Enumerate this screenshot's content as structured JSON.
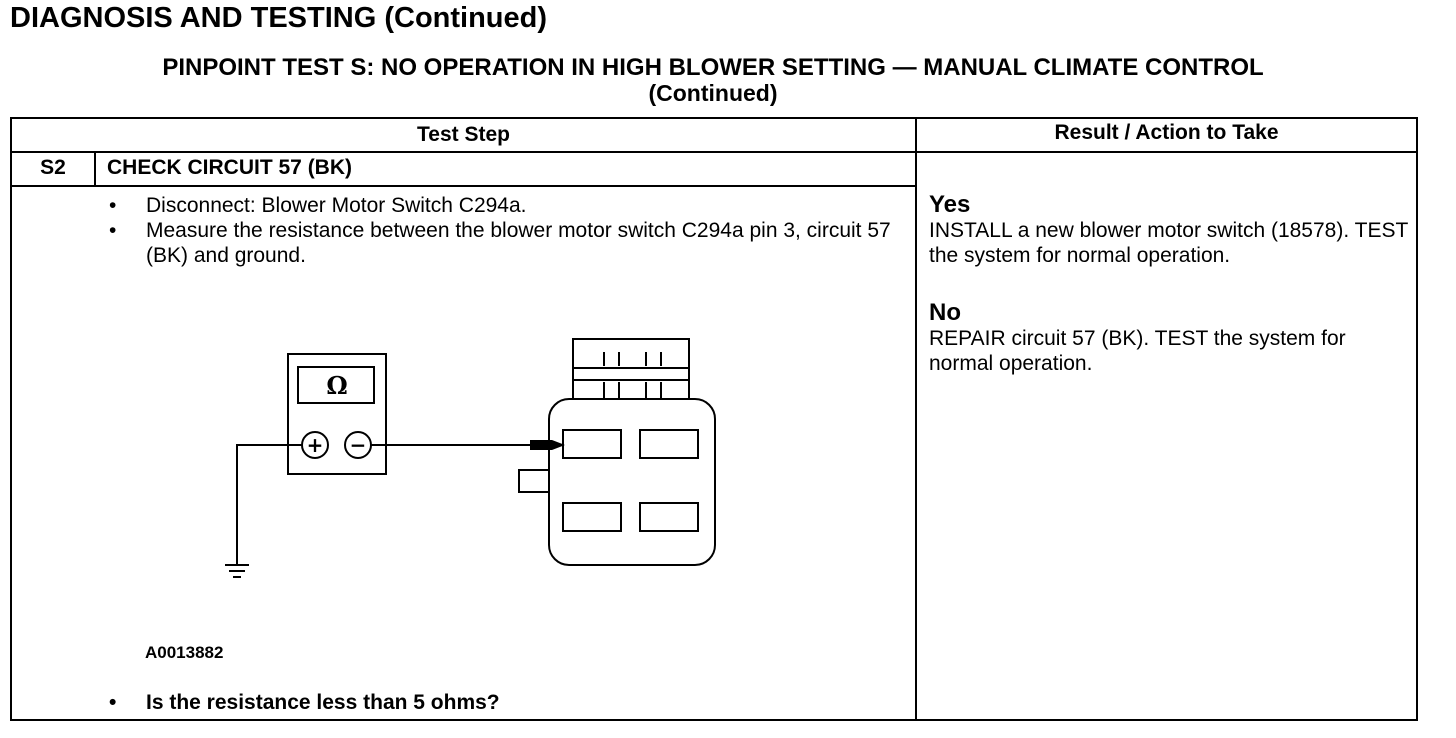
{
  "header": {
    "title": "DIAGNOSIS AND TESTING (Continued)",
    "subtitle_line1": "PINPOINT TEST S: NO OPERATION IN HIGH BLOWER SETTING — MANUAL CLIMATE CONTROL",
    "subtitle_line2": "(Continued)"
  },
  "table": {
    "col_test_step": "Test Step",
    "col_result": "Result / Action to Take",
    "step": {
      "id": "S2",
      "title": "CHECK CIRCUIT 57 (BK)",
      "bullets": [
        "Disconnect: Blower Motor Switch C294a.",
        "Measure the resistance between the blower motor switch C294a pin 3, circuit 57 (BK) and ground."
      ],
      "figure": {
        "meter_symbol": "Ω",
        "plus_symbol": "+",
        "minus_symbol": "−",
        "figure_id": "A0013882"
      },
      "question": "Is the resistance less than 5 ohms?"
    },
    "results": [
      {
        "label": "Yes",
        "action": "INSTALL a new blower motor switch (18578). TEST the system for normal operation."
      },
      {
        "label": "No",
        "action": "REPAIR circuit 57 (BK). TEST the system for normal operation."
      }
    ]
  }
}
